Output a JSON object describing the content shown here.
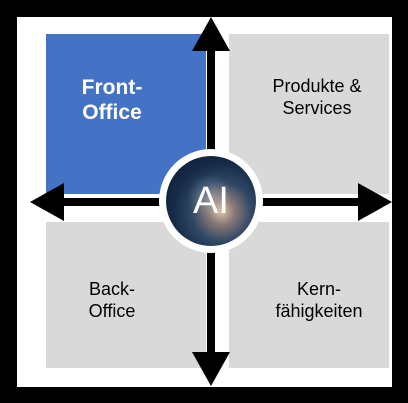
{
  "quadrants": {
    "front_office": "Front-\nOffice",
    "products_services": "Produkte &\nServices",
    "back_office": "Back-\nOffice",
    "core_capabilities": "Kern-\nfähigkeiten"
  },
  "hub": {
    "label": "AI"
  },
  "colors": {
    "background": "#000000",
    "highlight": "#4472c4",
    "quadrant": "#d9d9d9",
    "arrow": "#000000"
  }
}
